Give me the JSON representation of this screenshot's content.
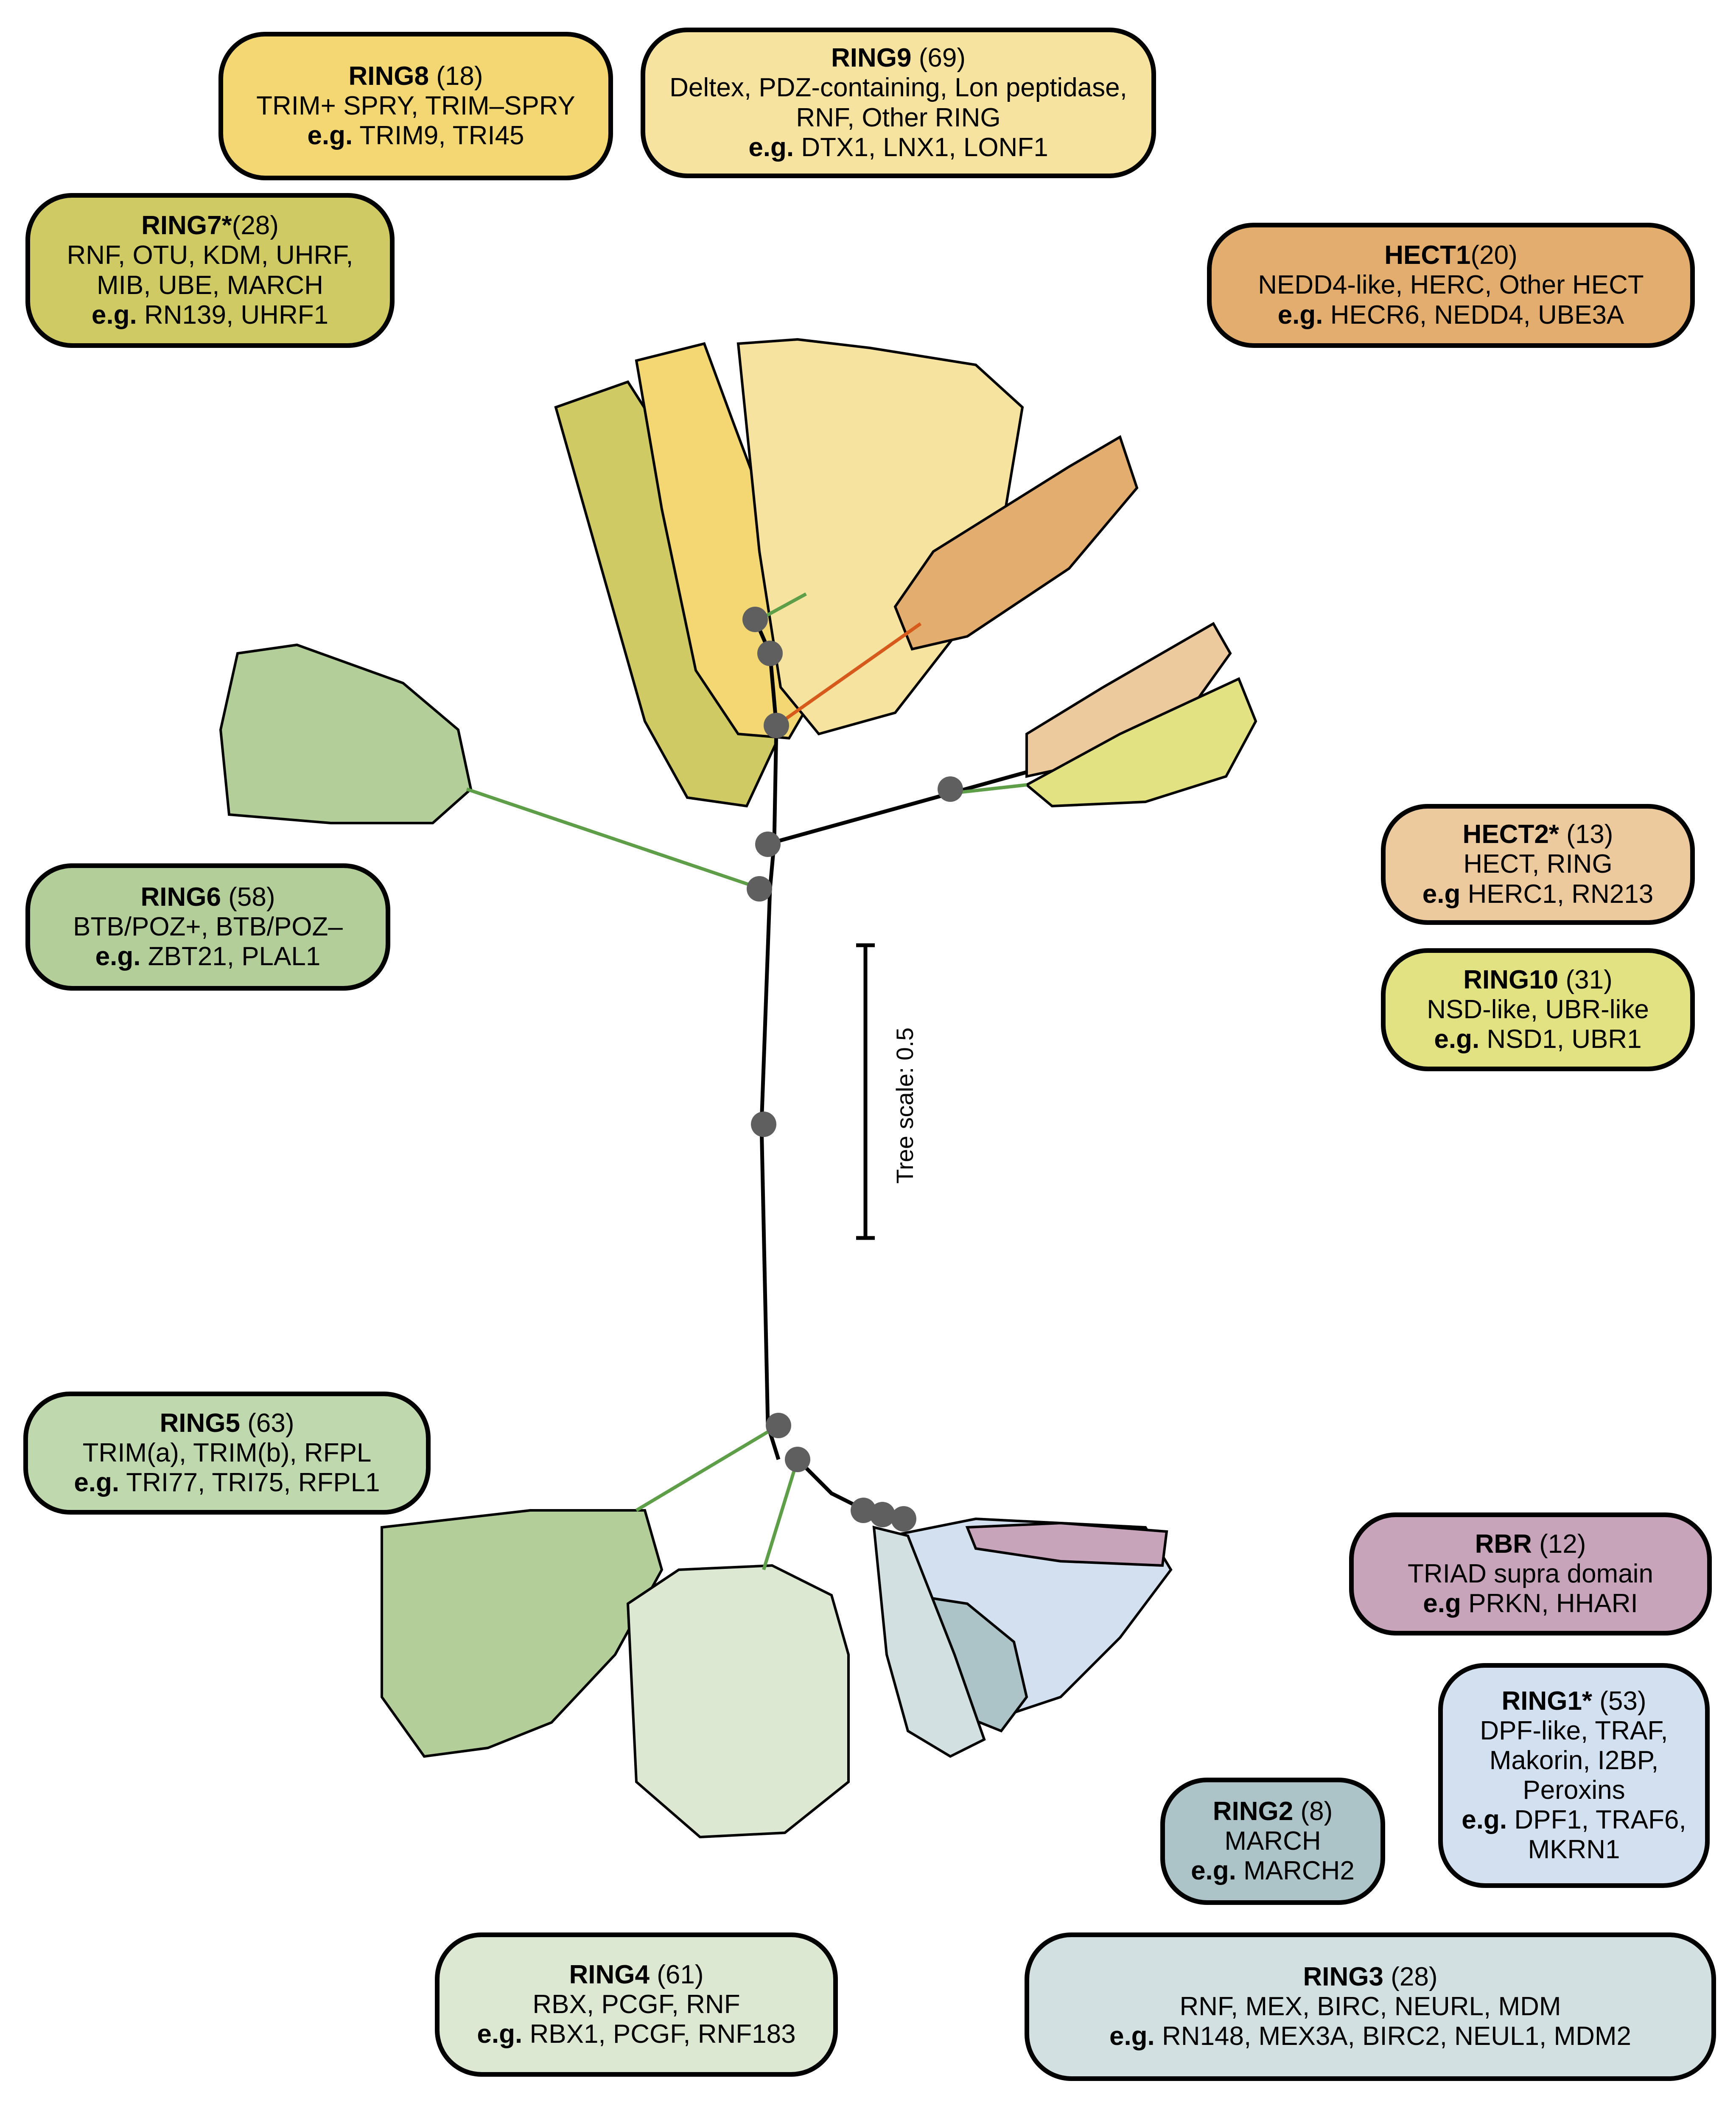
{
  "tree_scale": {
    "label": "Tree scale: 0.5",
    "value": 0.5
  },
  "clades": [
    {
      "id": "RING8",
      "name": "RING8",
      "count": "(18)",
      "families": [
        "TRIM+ SPRY, TRIM–SPRY"
      ],
      "eg_label": "e.g.",
      "examples": "TRIM9, TRI45",
      "color": "#F2D772"
    },
    {
      "id": "RING9",
      "name": "RING9",
      "count": "(69)",
      "families": [
        "Deltex, PDZ-containing, Lon peptidase,",
        "RNF, Other RING"
      ],
      "eg_label": "e.g.",
      "examples": "DTX1, LNX1, LONF1",
      "color": "#F7E3A0"
    },
    {
      "id": "RING7",
      "name": "RING7*",
      "count": "(28)",
      "families": [
        "RNF, OTU, KDM, UHRF,",
        "MIB, UBE, MARCH"
      ],
      "eg_label": "e.g.",
      "examples": "RN139, UHRF1",
      "color": "#CFCA63"
    },
    {
      "id": "HECT1",
      "name": "HECT1",
      "count": "(20)",
      "families": [
        "NEDD4-like, HERC, Other HECT"
      ],
      "eg_label": "e.g.",
      "examples": " HECR6, NEDD4, UBE3A",
      "color": "#E3AE6D"
    },
    {
      "id": "RING6",
      "name": "RING6",
      "count": "(58)",
      "families": [
        "BTB/POZ+, BTB/POZ–"
      ],
      "eg_label": "e.g.",
      "examples": " ZBT21, PLAL1",
      "color": "#B3CE99"
    },
    {
      "id": "HECT2",
      "name": "HECT2*",
      "count": "(13)",
      "families": [
        "HECT, RING"
      ],
      "eg_label": "e.g",
      "examples": "HERC1, RN213",
      "color": "#EDCA9D"
    },
    {
      "id": "RING10",
      "name": "RING10",
      "count": "(31)",
      "families": [
        "NSD-like, UBR-like"
      ],
      "eg_label": "e.g.",
      "examples": "NSD1, UBR1",
      "color": "#E3E283"
    },
    {
      "id": "RING5",
      "name": "RING5",
      "count": "(63)",
      "families": [
        "TRIM(a), TRIM(b), RFPL"
      ],
      "eg_label": "e.g.",
      "examples": "TRI77, TRI75, RFPL1",
      "color": "#C0D8AE"
    },
    {
      "id": "RBR",
      "name": "RBR",
      "count": "(12)",
      "families": [
        "TRIAD supra domain"
      ],
      "eg_label": "e.g",
      "examples": "PRKN, HHARI",
      "color": "#C8A4BB"
    },
    {
      "id": "RING1",
      "name": "RING1*",
      "count": "(53)",
      "families": [
        "DPF-like, TRAF,",
        "Makorin, I2BP,",
        "Peroxins"
      ],
      "eg_label": "e.g.",
      "examples": "DPF1, TRAF6,",
      "examples2": "MKRN1",
      "color": "#D3E0EF"
    },
    {
      "id": "RING2",
      "name": "RING2",
      "count": "(8)",
      "families": [
        "MARCH"
      ],
      "eg_label": "e.g.",
      "examples": "MARCH2",
      "color": "#ACC4C8"
    },
    {
      "id": "RING4",
      "name": "RING4",
      "count": "(61)",
      "families": [
        "RBX, PCGF, RNF"
      ],
      "eg_label": "e.g.",
      "examples": "RBX1, PCGF, RNF183",
      "color": "#DDE8D3"
    },
    {
      "id": "RING3",
      "name": "RING3",
      "count": "(28)",
      "families": [
        "RNF, MEX, BIRC, NEURL, MDM"
      ],
      "eg_label": "e.g.",
      "examples": "RN148, MEX3A, BIRC2, NEUL1, MDM2",
      "color": "#D3E0E1"
    }
  ],
  "colors": {
    "branch_main": "#000000",
    "branch_ring": "#5E9E48",
    "branch_hect": "#D55A1C",
    "node": "#5F5F5F",
    "rbr_fan": "#9B59B6"
  }
}
